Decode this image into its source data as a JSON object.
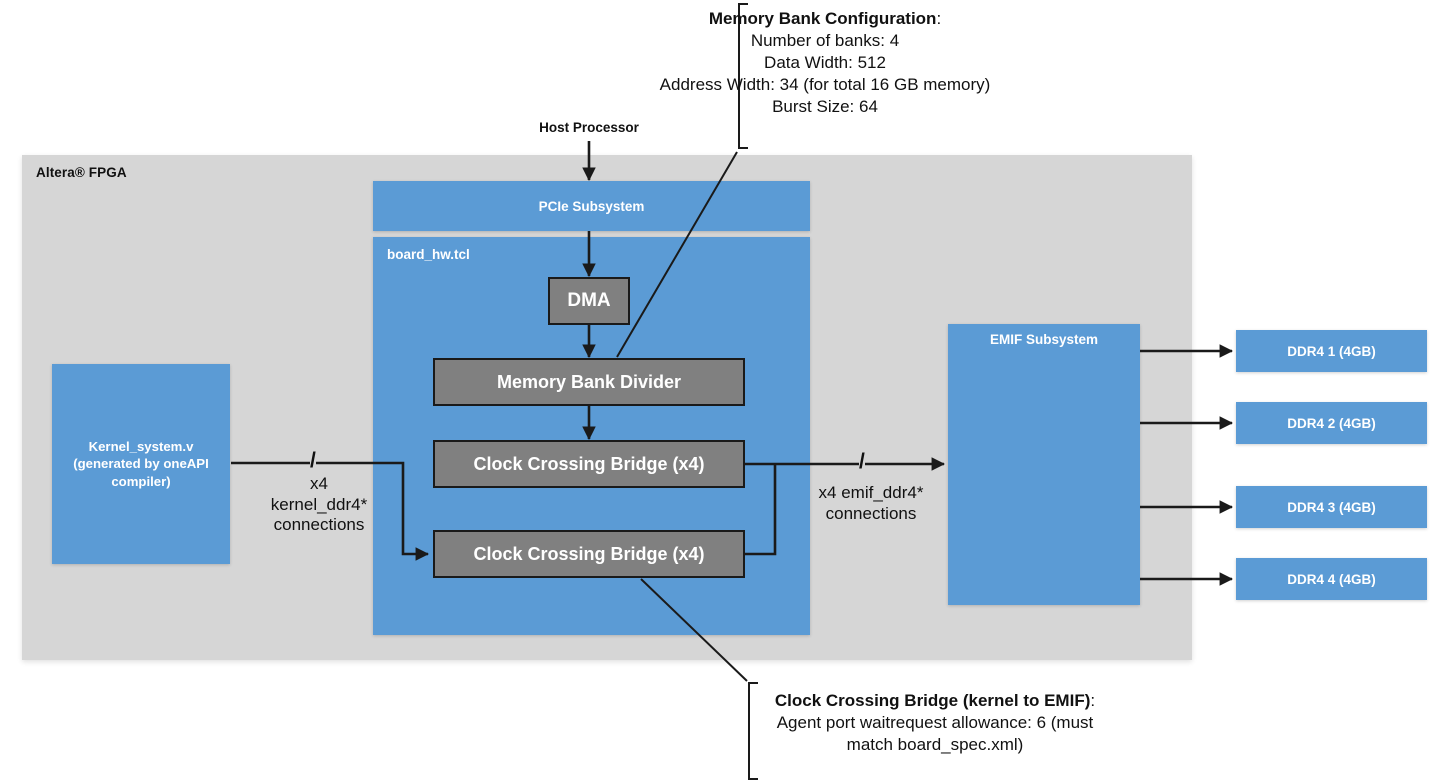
{
  "diagram": {
    "title": "Altera FPGA oneAPI board memory system block diagram",
    "colors": {
      "blue": "#5B9BD5",
      "gray_module": "#808080",
      "container_gray": "#D6D6D6",
      "line": "#1A1A1A",
      "text_dark": "#111111",
      "text_light": "#FFFFFF"
    }
  },
  "fpga": {
    "label": "Altera® FPGA"
  },
  "host": {
    "label": "Host Processor"
  },
  "blocks": {
    "pcie": "PCIe Subsystem",
    "board_hw_tcl": "board_hw.tcl",
    "dma": "DMA",
    "memory_bank_divider": "Memory Bank Divider",
    "clock_crossing_bridge_top": "Clock Crossing Bridge (x4)",
    "clock_crossing_bridge_bottom": "Clock Crossing Bridge (x4)",
    "emif": "EMIF Subsystem",
    "kernel_system": "Kernel_system.v\n(generated by oneAPI\ncompiler)",
    "kernel_system_lines": [
      "Kernel_system.v",
      "(generated by oneAPI",
      "compiler)"
    ]
  },
  "ddr4": [
    {
      "label": "DDR4 1 (4GB)"
    },
    {
      "label": "DDR4 2 (4GB)"
    },
    {
      "label": "DDR4 3 (4GB)"
    },
    {
      "label": "DDR4 4 (4GB)"
    }
  ],
  "wire_labels": {
    "kernel_to_bridge": {
      "slash": "/",
      "lines": [
        "x4",
        "kernel_ddr4*",
        "connections"
      ]
    },
    "bridge_to_emif": {
      "slash": "/",
      "lines": [
        "x4 emif_ddr4*",
        "connections"
      ]
    }
  },
  "callouts": {
    "memory_bank_configuration": {
      "title": "Memory Bank Configuration",
      "title_suffix": ":",
      "lines": [
        "Number of banks: 4",
        "Data Width: 512",
        "Address Width: 34 (for total 16 GB memory)",
        "Burst Size: 64"
      ]
    },
    "clock_crossing_bridge": {
      "title": "Clock Crossing Bridge (kernel to EMIF)",
      "title_suffix": ":",
      "lines": [
        "Agent port waitrequest allowance: 6 (must",
        "match board_spec.xml)"
      ]
    }
  }
}
